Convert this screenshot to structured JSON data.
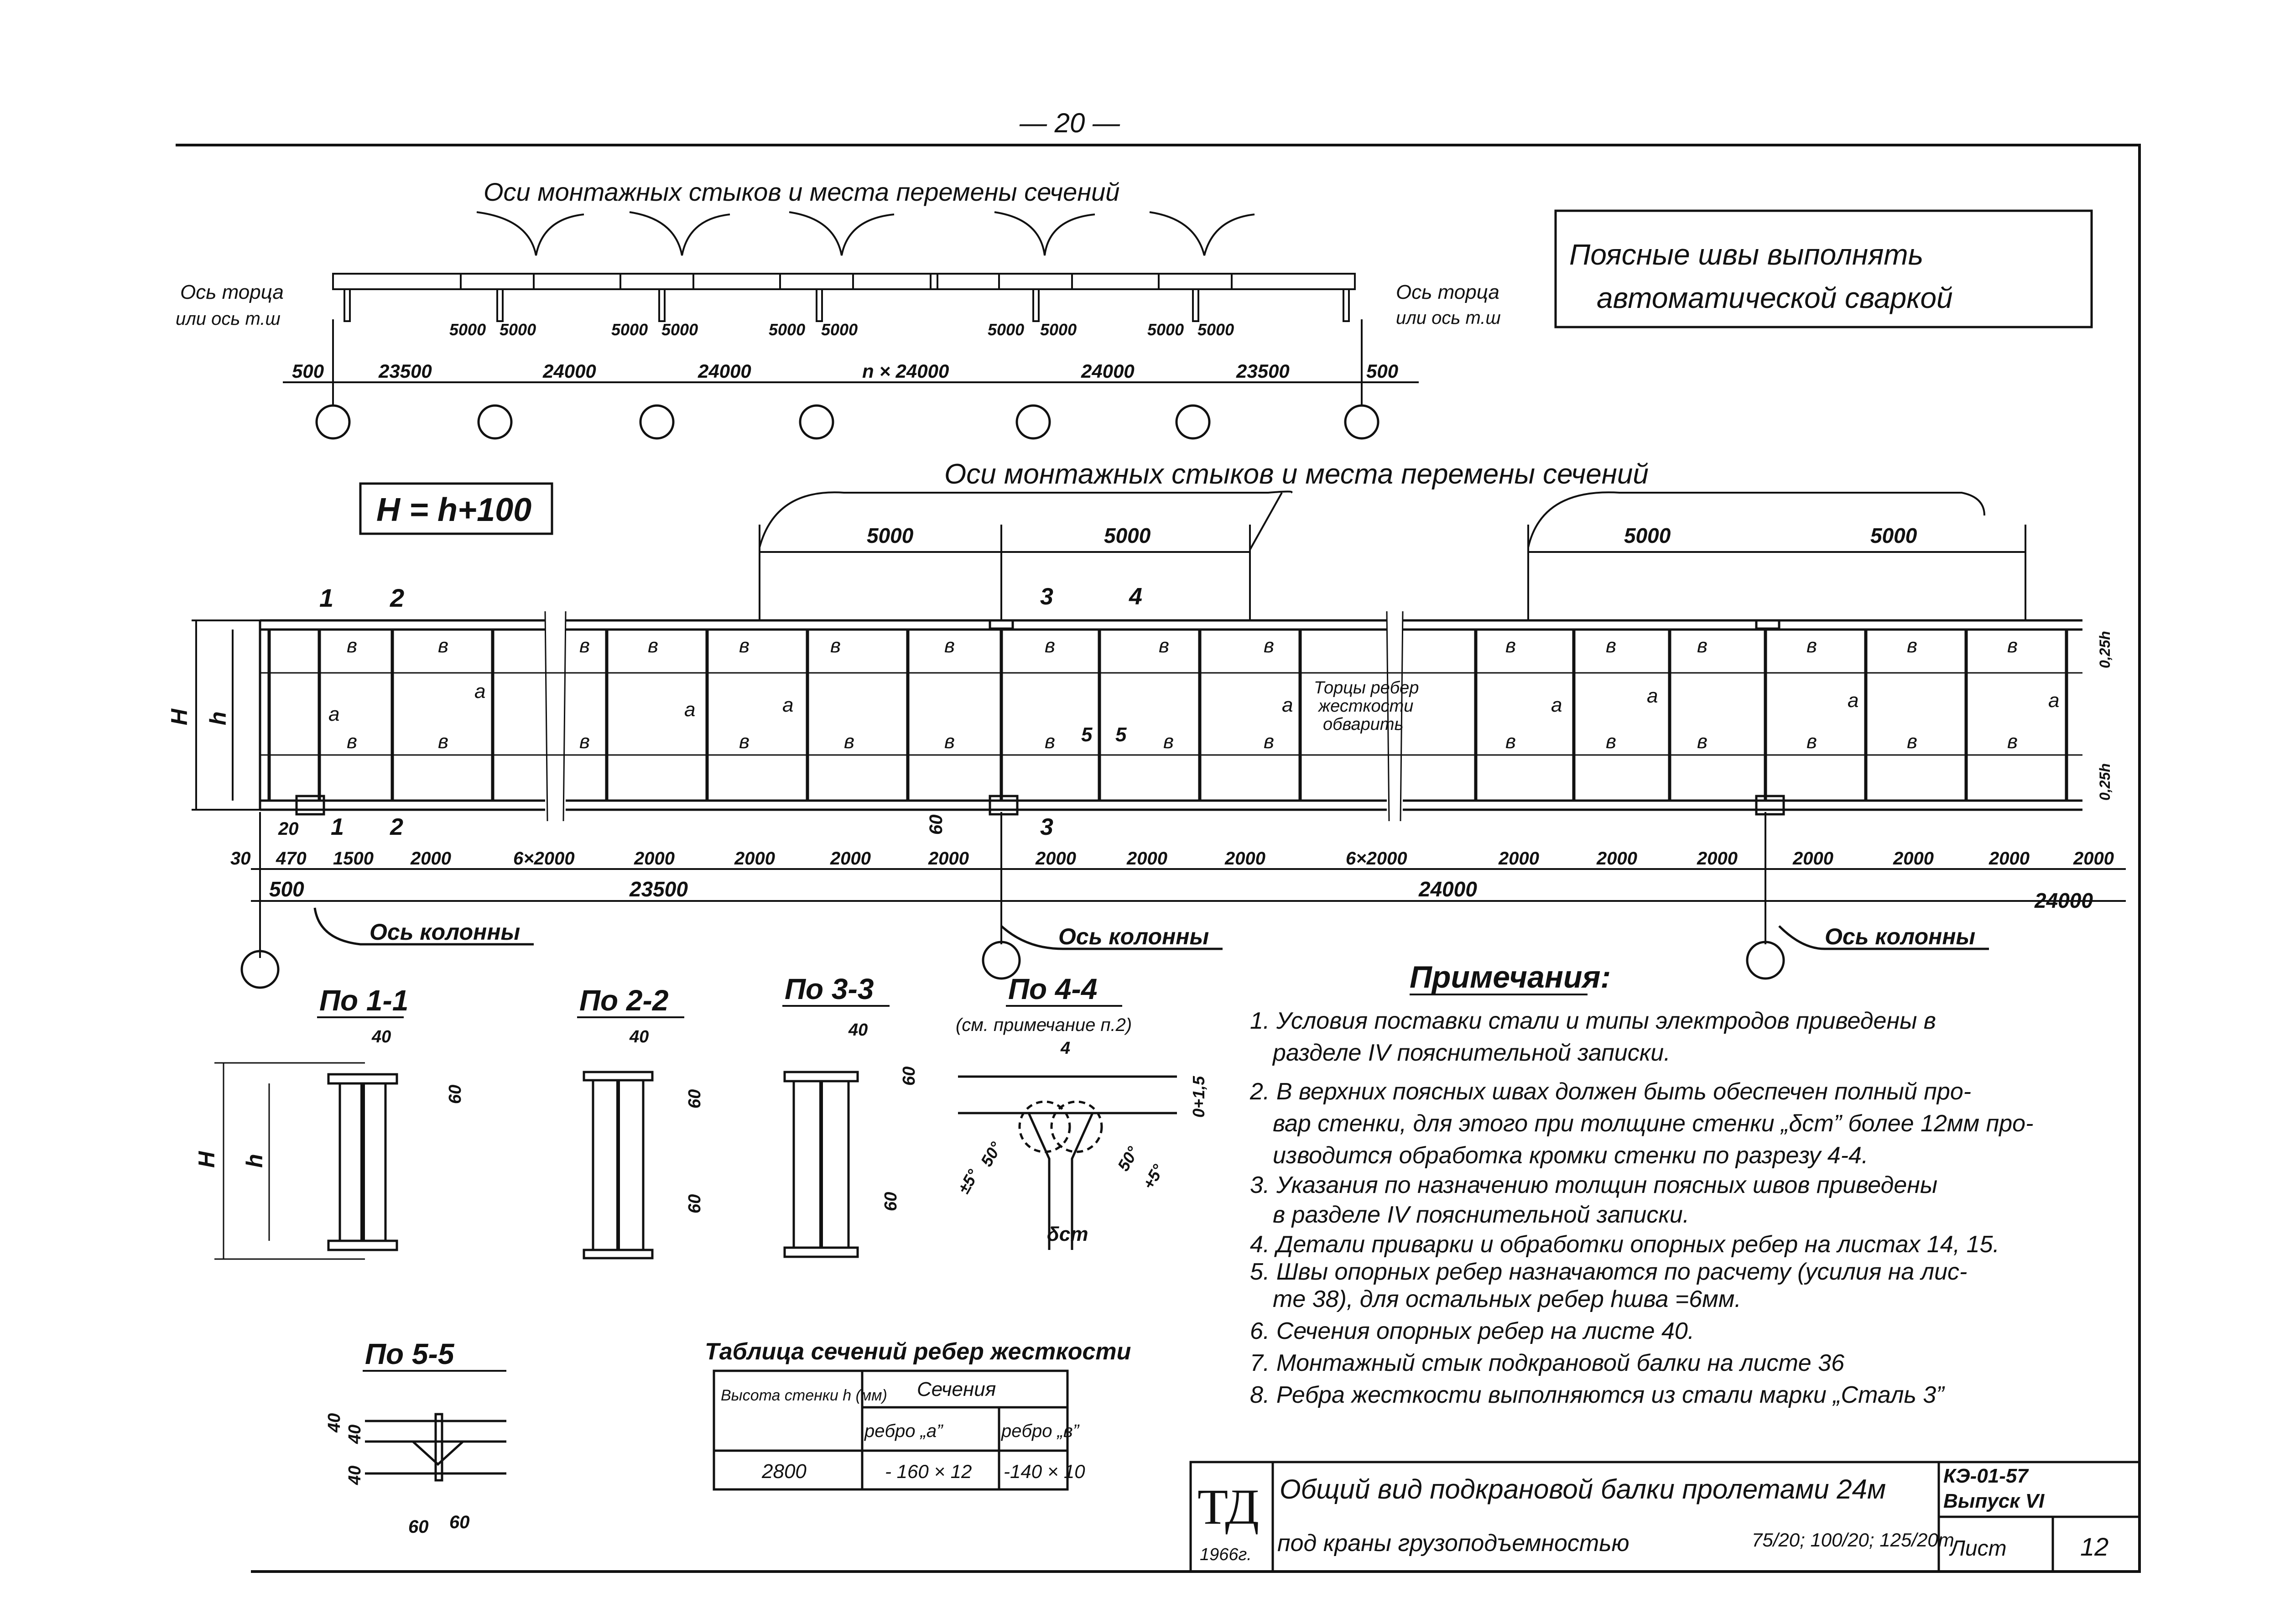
{
  "page_number": "— 20 —",
  "stamp": {
    "banner_lines": [
      "Поясные швы выполнять",
      "автоматической сваркой"
    ],
    "h_formula": "H = h+100"
  },
  "top_scheme": {
    "title": "Оси монтажных стыков и места перемены сечений",
    "left_axis": [
      "Ось торца",
      "или ось т.ш"
    ],
    "right_axis": [
      "Ось торца",
      "или ось т.ш"
    ],
    "segment_dims": [
      "500",
      "23500",
      "24000",
      "24000",
      "n × 24000",
      "24000",
      "23500",
      "500"
    ],
    "joint_dims": [
      "5000",
      "5000",
      "5000",
      "5000",
      "5000",
      "5000",
      "5000",
      "5000",
      "5000",
      "5000",
      "5000",
      "5000"
    ]
  },
  "elevation": {
    "title": "Оси монтажных стыков и места перемены сечений",
    "top_dims": [
      "5000",
      "5000",
      "5000",
      "5000"
    ],
    "section_marks": [
      "1",
      "2",
      "3",
      "4",
      "1",
      "2",
      "3",
      "5",
      "5"
    ],
    "panel_labels_b": "в",
    "panel_labels_a": "а",
    "rib_note": [
      "Торцы ребер",
      "жесткости",
      "обварить"
    ],
    "left_side": [
      "H",
      "h"
    ],
    "right_side": [
      "0,25h",
      "0,25h"
    ],
    "small_dims": [
      "20",
      "60"
    ],
    "bottom_dims_row1": [
      "30",
      "470",
      "1500",
      "2000",
      "6×2000",
      "2000",
      "2000",
      "2000",
      "2000",
      "2000",
      "2000",
      "2000",
      "6×2000",
      "2000",
      "2000",
      "2000",
      "2000",
      "2000",
      "2000",
      "2000"
    ],
    "bottom_dims_row2": [
      "500",
      "23500",
      "24000",
      "24000"
    ],
    "column_axis": "Ось колонны"
  },
  "sections": {
    "s11": {
      "title": "По 1-1",
      "dims": [
        "40",
        "60",
        "H",
        "h"
      ]
    },
    "s22": {
      "title": "По 2-2",
      "dims": [
        "40",
        "60",
        "60"
      ]
    },
    "s33": {
      "title": "По 3-3",
      "dims": [
        "40",
        "60",
        "60"
      ]
    },
    "s44": {
      "title": "По 4-4",
      "subtitle": "(см. примечание п.2)",
      "dims": [
        "4",
        "0+1,5",
        "50°",
        "50°",
        "±5°",
        "+5°",
        "δст"
      ]
    },
    "s55": {
      "title": "По 5-5",
      "dims": [
        "40",
        "40",
        "40",
        "60",
        "60"
      ]
    }
  },
  "table": {
    "title": "Таблица сечений ребер жесткости",
    "head": [
      "Высота стенки h (мм)",
      "Сечения",
      "ребро „а”",
      "ребро „в”"
    ],
    "row": [
      "2800",
      "- 160 × 12",
      "-140 × 10"
    ]
  },
  "notes": {
    "title": "Примечания:",
    "lines": [
      "1. Условия поставки стали и типы электродов приведены в",
      "разделе IV пояснительной записки.",
      "2. В верхних поясных швах должен быть обеспечен полный про-",
      "вар стенки, для этого при толщине стенки „δст” более 12мм про-",
      "изводится обработка кромки стенки по разрезу 4-4.",
      "3. Указания по назначению толщин поясных швов приведены",
      "в разделе IV пояснительной записки.",
      "4. Детали приварки и обработки опорных ребер на листах 14, 15.",
      "5. Швы опорных ребер назначаются по расчету (усилия на лис-",
      "те 38), для остальных ребер hшва =6мм.",
      "6. Сечения опорных ребер на листе 40.",
      "7. Монтажный стык подкрановой балки на листе 36",
      "8. Ребра жесткости выполняются из стали марки „Сталь 3”"
    ]
  },
  "title_block": {
    "logo": "ТД",
    "year": "1966г.",
    "title": "Общий вид подкрановой балки пролетами 24м",
    "subtitle": "под краны грузоподъемностью",
    "capacity": "75/20; 100/20; 125/20т",
    "code": "КЭ-01-57",
    "issue": "Выпуск VI",
    "sheet_label": "Лист",
    "sheet": "12"
  }
}
